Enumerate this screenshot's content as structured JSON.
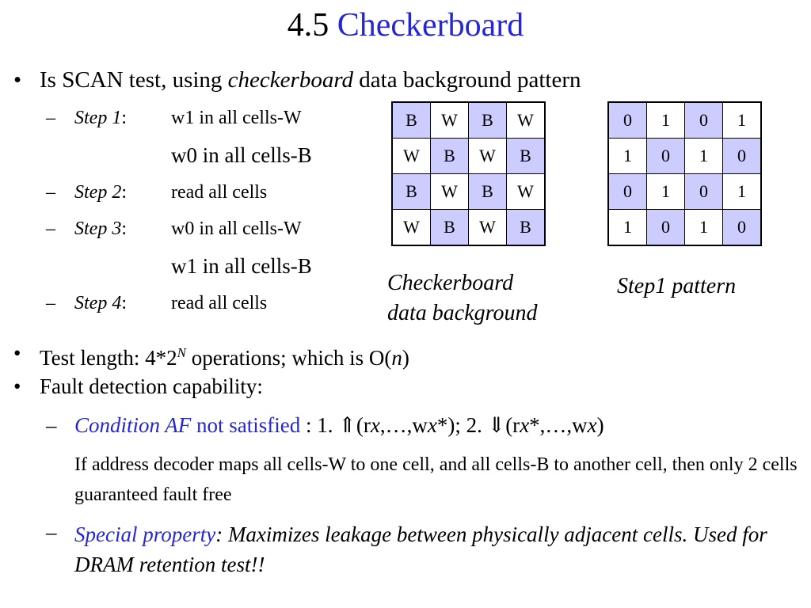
{
  "title": {
    "number": "4.5",
    "word": "Checkerboard"
  },
  "bullet_glyph": "•",
  "dash_glyph": "–",
  "intro": {
    "pre": "Is SCAN test, using ",
    "em": "checkerboard",
    "post": " data background pattern"
  },
  "steps": [
    {
      "label": "Step 1",
      "colon": ":",
      "ops": [
        "w1 in all cells-W",
        "w0 in all cells-B"
      ]
    },
    {
      "label": "Step 2",
      "colon": ":",
      "ops": [
        "read all cells"
      ]
    },
    {
      "label": "Step 3",
      "colon": ":",
      "ops": [
        "w0 in all cells-W",
        "w1 in all cells-B"
      ]
    },
    {
      "label": "Step 4",
      "colon": ":",
      "ops": [
        "read all cells"
      ]
    }
  ],
  "checker_table": {
    "rows": [
      [
        "B",
        "W",
        "B",
        "W"
      ],
      [
        "W",
        "B",
        "W",
        "B"
      ],
      [
        "B",
        "W",
        "B",
        "W"
      ],
      [
        "W",
        "B",
        "W",
        "B"
      ]
    ],
    "caption_line1": "Checkerboard",
    "caption_line2": "data background"
  },
  "pattern_table": {
    "rows": [
      [
        "0",
        "1",
        "0",
        "1"
      ],
      [
        "1",
        "0",
        "1",
        "0"
      ],
      [
        "0",
        "1",
        "0",
        "1"
      ],
      [
        "1",
        "0",
        "1",
        "0"
      ]
    ],
    "caption": "Step1 pattern"
  },
  "test_length": {
    "pre": "Test length: 4*2",
    "sup": "N",
    "mid": " operations; which is O(",
    "em": "n",
    "post": ")"
  },
  "fault_detection": "Fault detection capability:",
  "condition": {
    "em": "Condition AF",
    "blue": " not satisfied",
    "t1": " : 1. ⇑(r",
    "x1": "x",
    "t2": ",…,w",
    "x2": "x",
    "t3": "*); 2. ⇓(r",
    "x3": "x",
    "t4": "*,…,w",
    "x4": "x",
    "t5": ")"
  },
  "condition_note": "If address decoder maps all cells-W to one cell, and all cells-B to another cell, then only 2 cells guaranteed fault free",
  "special": {
    "em": "Special property",
    "rest": ": Maximizes leakage between physically adjacent cells. Used for DRAM retention test!!"
  },
  "colors": {
    "accent_blue": "#2626d9",
    "cell_shade": "#ccccff"
  }
}
